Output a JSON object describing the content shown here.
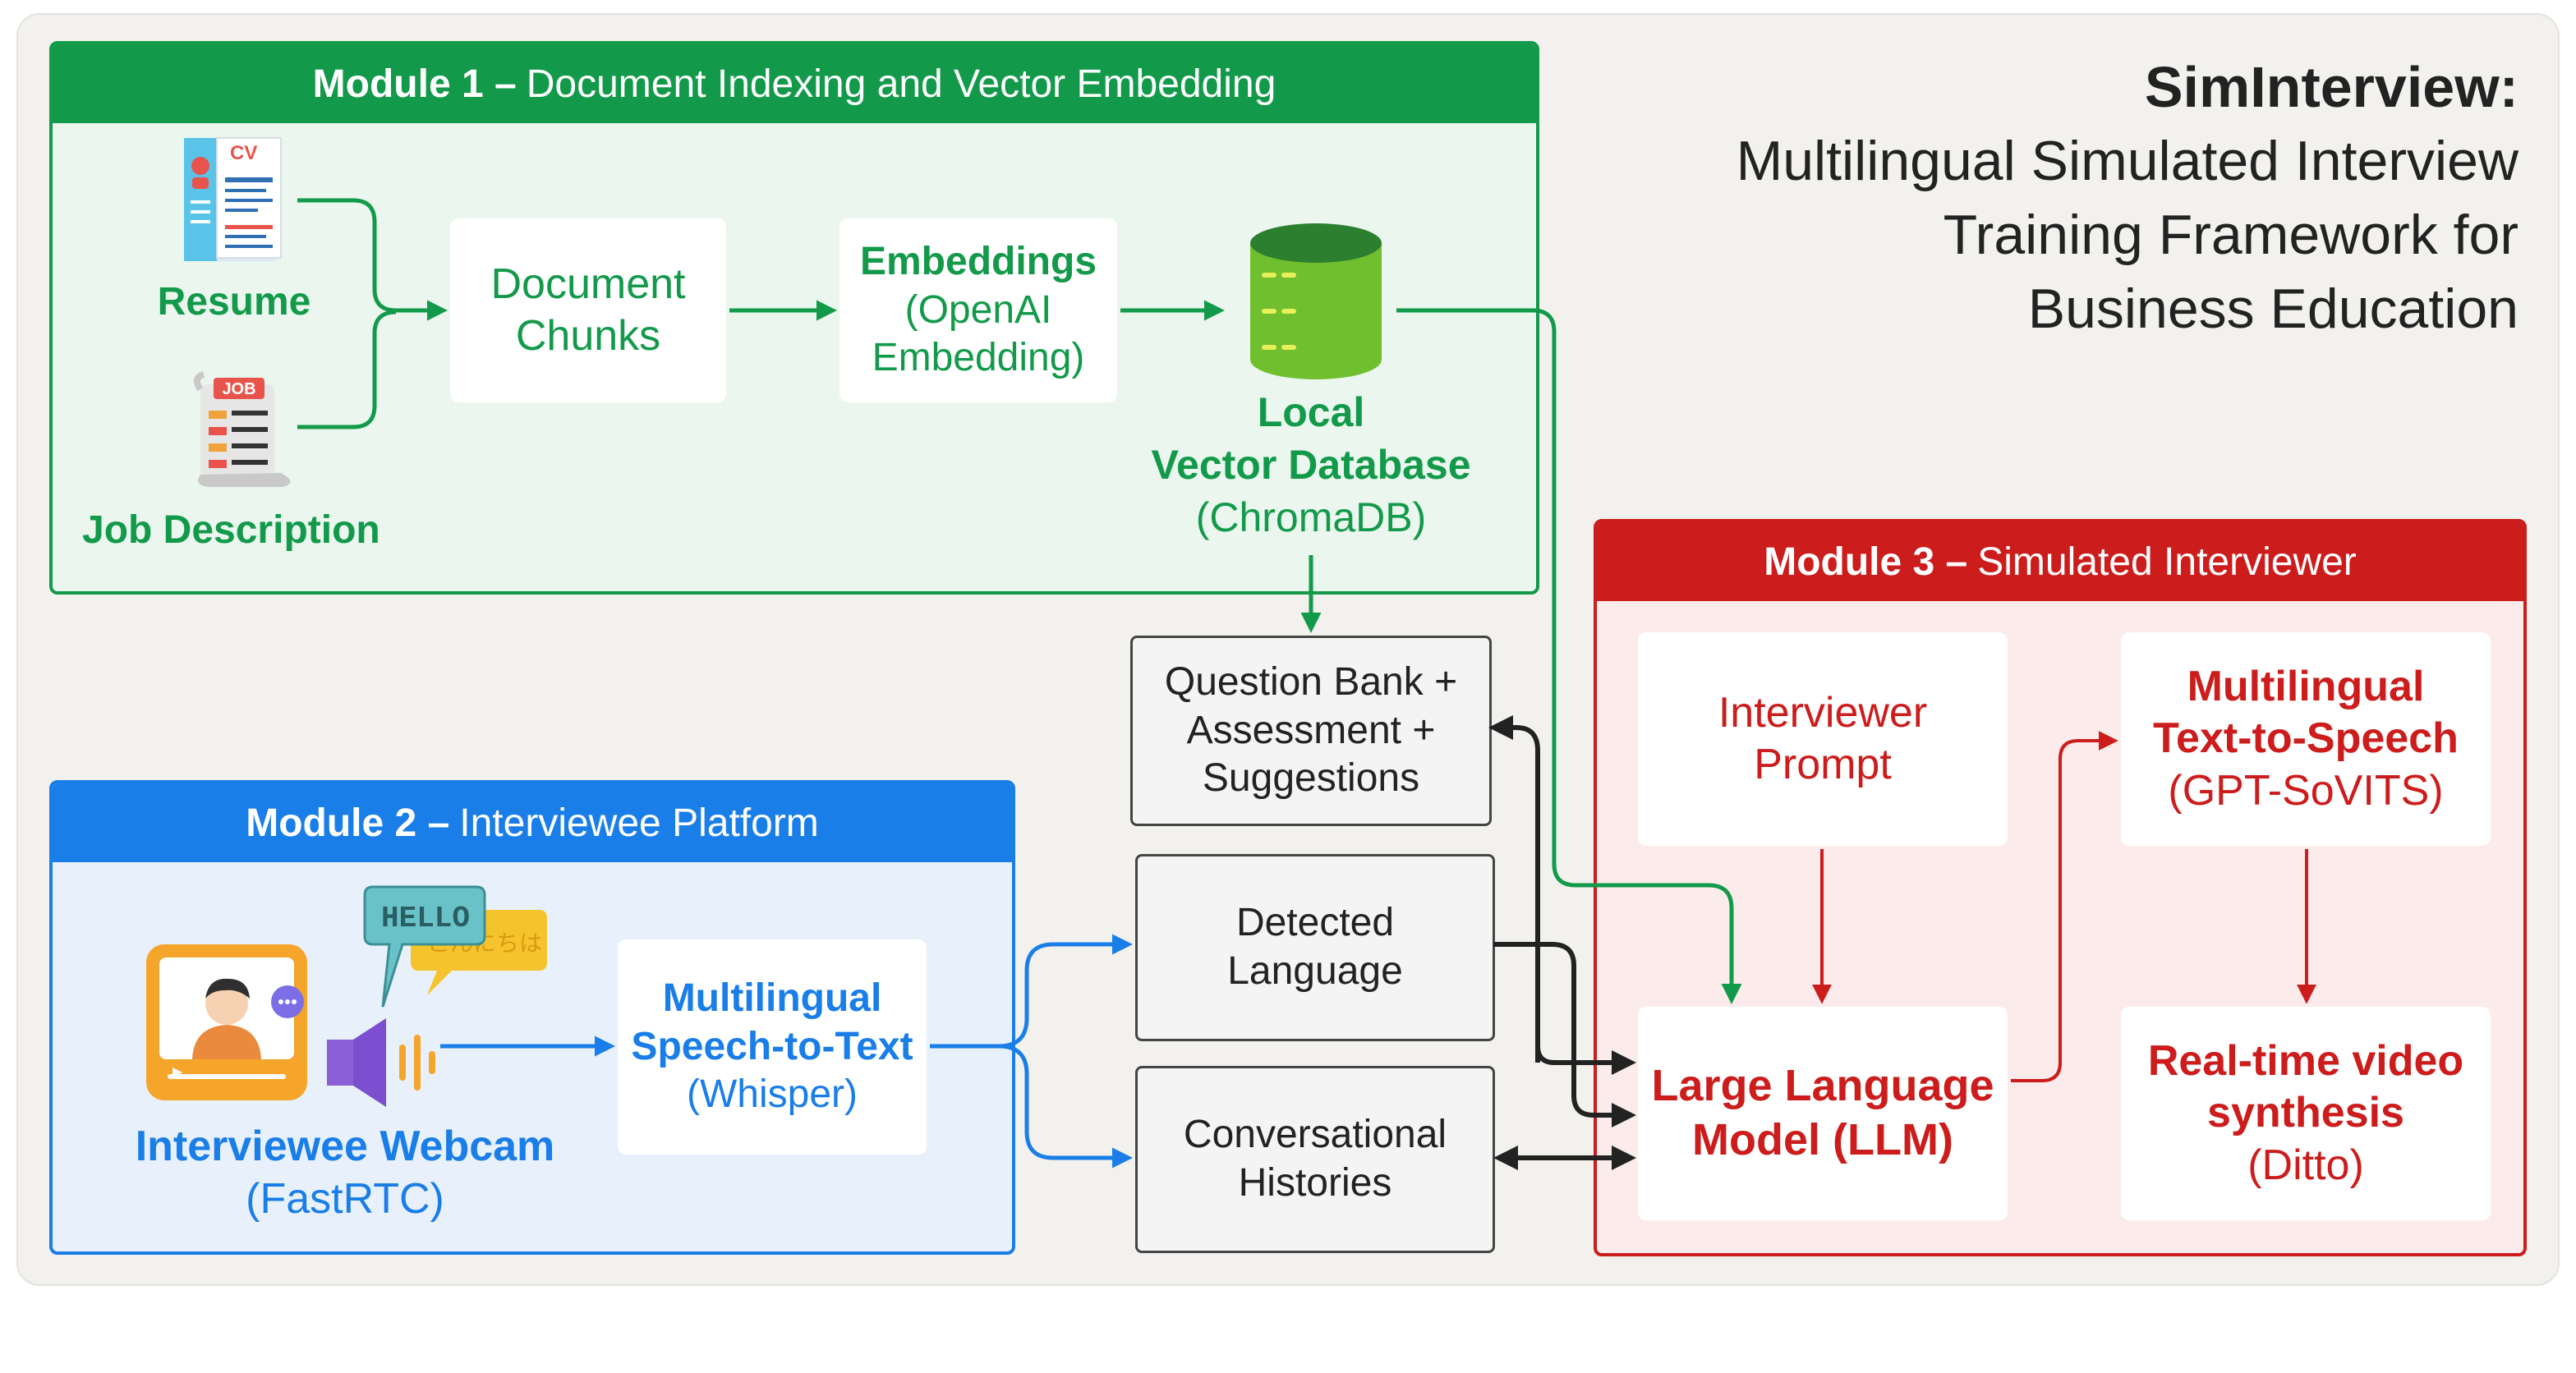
{
  "title": {
    "main": "SimInterview:",
    "sub_lines": [
      "Multilingual Simulated Interview",
      "Training Framework for",
      "Business Education"
    ]
  },
  "module1": {
    "label_bold": "Module 1 –",
    "label": "Document Indexing and Vector Embedding",
    "resume": "Resume",
    "job_description": "Job Description",
    "cv_tag": "CV",
    "job_tag": "JOB",
    "chunks_line1": "Document",
    "chunks_line2": "Chunks",
    "embeddings_title": "Embeddings",
    "embeddings_line2": "(OpenAI",
    "embeddings_line3": "Embedding)",
    "db_line1": "Local",
    "db_line2": "Vector Database",
    "db_line3": "(ChromaDB)"
  },
  "module2": {
    "label_bold": "Module 2 –",
    "label": "Interviewee Platform",
    "hello": "HELLO",
    "konnichiwa": "こんにちは",
    "webcam_title": "Interviewee Webcam",
    "webcam_sub": "(FastRTC)",
    "stt_line1": "Multilingual",
    "stt_line2": "Speech-to-Text",
    "stt_line3": "(Whisper)"
  },
  "middle": {
    "qb_line1": "Question Bank +",
    "qb_line2": "Assessment +",
    "qb_line3": "Suggestions",
    "dl_line1": "Detected",
    "dl_line2": "Language",
    "ch_line1": "Conversational",
    "ch_line2": "Histories"
  },
  "module3": {
    "label_bold": "Module 3 –",
    "label": "Simulated Interviewer",
    "prompt_line1": "Interviewer",
    "prompt_line2": "Prompt",
    "tts_line1": "Multilingual",
    "tts_line2": "Text-to-Speech",
    "tts_line3": "(GPT-SoVITS)",
    "llm_line1": "Large Language",
    "llm_line2": "Model (LLM)",
    "video_line1": "Real-time video",
    "video_line2": "synthesis",
    "video_line3": "(Ditto)"
  },
  "colors": {
    "green": "#129a4a",
    "blue": "#1a7ee8",
    "red": "#cc1c1c",
    "dark": "#222222",
    "background": "#f2f1ee"
  }
}
